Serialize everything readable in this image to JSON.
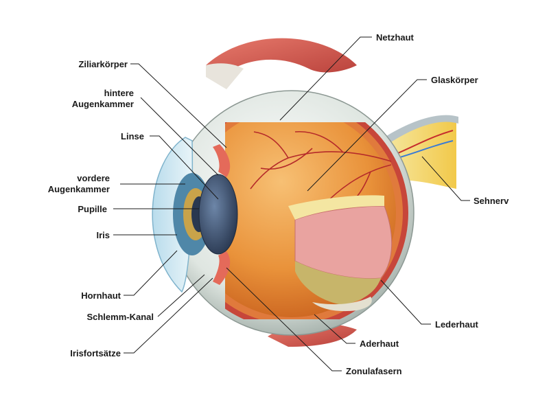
{
  "labels": {
    "ziliarkoerper": "Ziliarkörper",
    "hintere_1": "hintere",
    "hintere_2": "Augenkammer",
    "linse": "Linse",
    "vordere_1": "vordere",
    "vordere_2": "Augenkammer",
    "pupille": "Pupille",
    "iris": "Iris",
    "hornhaut": "Hornhaut",
    "schlemm": "Schlemm-Kanal",
    "irisfortsaetze": "Irisfortsätze",
    "netzhaut": "Netzhaut",
    "glaskoerper": "Glaskörper",
    "sehnerv": "Sehnerv",
    "lederhaut": "Lederhaut",
    "aderhaut": "Aderhaut",
    "zonulafasern": "Zonulafasern"
  },
  "colors": {
    "sclera": "#dfe6e1",
    "vitreous": "#e9923a",
    "retina": "#d96a2a",
    "iris": "#4f87a8",
    "lens": "#3a4f6e",
    "muscle": "#d3584e",
    "nerve": "#f2d35a",
    "vessel": "#c62d2d",
    "line": "#1a1a1a"
  }
}
